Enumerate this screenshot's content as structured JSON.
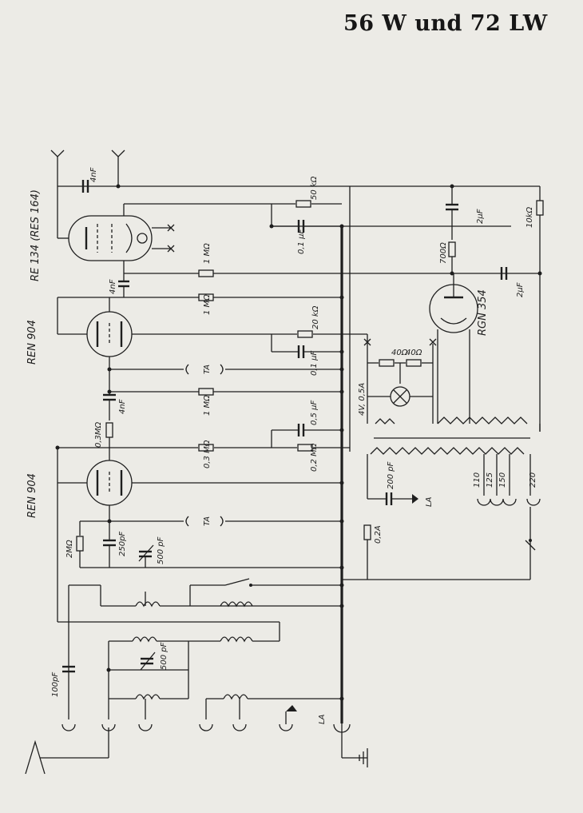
{
  "title": "56 W und 72 LW",
  "tubes": {
    "detector": "RE 134 (RES 164)",
    "af1": "REN 904",
    "af2": "REN 904",
    "rectifier": "RGN 354"
  },
  "labels": {
    "c_ant": "4nF",
    "r_50k": "50 kΩ",
    "c_01_top": "0,1 μF",
    "c_2uf_top": "2μF",
    "r_10k": "10kΩ",
    "r_700": "700Ω",
    "c_4nf_left": "4nF",
    "r_1m_a": "1 MΩ",
    "c_2uf_mid": "2μF",
    "r_1m_b": "1 MΩ",
    "r_20k": "20 kΩ",
    "c_01_mid": "0,1 μF",
    "r_40a": "40Ω",
    "r_40b": "40Ω",
    "ta_1": "TA",
    "lamp": "4V, 0,5A",
    "c_4nf_mid": "4nF",
    "r_1m_c": "1 MΩ",
    "r_03m": "0,3MΩ",
    "r_03m_b": "0,3 MΩ",
    "c_05": "0,5 μF",
    "r_02m": "0,2 MΩ",
    "c_200": "200 pF",
    "la_1": "LA",
    "fuse": "0,2A",
    "tap_110": "110",
    "tap_125": "125",
    "tap_150": "150",
    "tap_220": "220",
    "ta_2": "TA",
    "r_2m": "2MΩ",
    "c_250": "250pF",
    "c_500a": "500 pF",
    "c_500b": "500 pF",
    "c_100": "100pF",
    "la_2": "LA"
  }
}
